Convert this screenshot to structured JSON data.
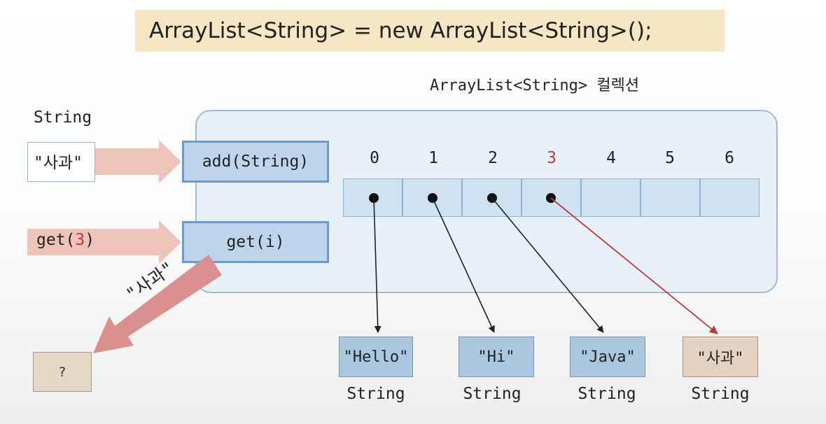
{
  "code_banner": "ArrayList<String> = new ArrayList<String>();",
  "collection_title": "ArrayList<String> 컬렉션",
  "string_type_label": "String",
  "input_string": "\"사과\"",
  "add_method": "add(String)",
  "get_call": {
    "prefix": "get(",
    "index": "3",
    "suffix": ")"
  },
  "get_method": "get(i)",
  "returned_value": "\"사과\"",
  "result_placeholder": "?",
  "indices": [
    "0",
    "1",
    "2",
    "3",
    "4",
    "5",
    "6"
  ],
  "objects": [
    {
      "value": "\"Hello\"",
      "type": "String"
    },
    {
      "value": "\"Hi\"",
      "type": "String"
    },
    {
      "value": "\"Java\"",
      "type": "String"
    },
    {
      "value": "\"사과\"",
      "type": "String"
    }
  ],
  "colors": {
    "banner": "#f5e6c4",
    "panel": "#e8f1f8",
    "method_box": "#bcd5ea",
    "slot": "#cfe2f1",
    "object_blue": "#a9c8df",
    "object_tan": "#e3d2c0",
    "input_arrow": "#efc4b8",
    "return_arrow": "#db8f8f",
    "highlight_red": "#c0393b"
  }
}
